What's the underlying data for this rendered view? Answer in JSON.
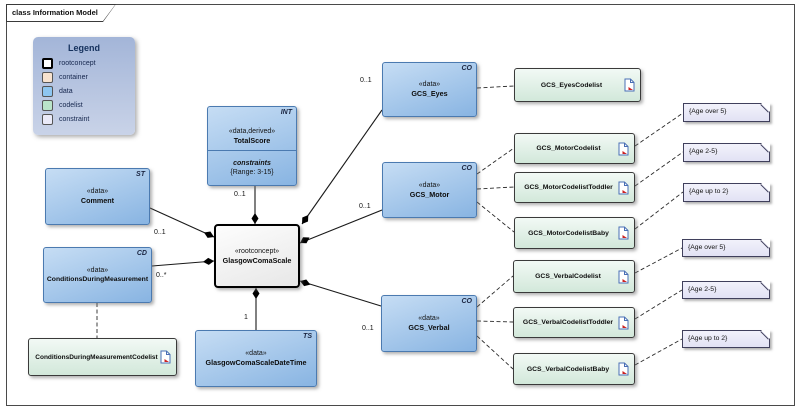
{
  "frame": {
    "title": "class Information Model"
  },
  "legend": {
    "title": "Legend",
    "items": [
      {
        "label": "rootconcept",
        "style": "background:#ffffff;border:2px solid #000000"
      },
      {
        "label": "container",
        "style": "background:#f7e2cf;border:1px solid #555555"
      },
      {
        "label": "data",
        "style": "background:#8ec6f0;border:1px solid #555555"
      },
      {
        "label": "codelist",
        "style": "background:#b9e4c9;border:1px solid #555555"
      },
      {
        "label": "constraint",
        "style": "background:#eaeaf8;border:1px solid #555555"
      }
    ]
  },
  "nodes": {
    "total_score": {
      "type_abbr": "INT",
      "stereotype": "«data,derived»",
      "name": "TotalScore",
      "constraints_header": "constraints",
      "constraints_value": "{Range: 3-15}",
      "multiplicity": "0..1"
    },
    "comment": {
      "type_abbr": "ST",
      "stereotype": "«data»",
      "name": "Comment",
      "multiplicity": "0..1"
    },
    "conditions": {
      "type_abbr": "CD",
      "stereotype": "«data»",
      "name": "ConditionsDuringMeasurement",
      "multiplicity": "0..*"
    },
    "root": {
      "stereotype": "«rootconcept»",
      "name": "GlasgowComaScale"
    },
    "datetime": {
      "type_abbr": "TS",
      "stereotype": "«data»",
      "name": "GlasgowComaScaleDateTime",
      "multiplicity": "1"
    },
    "eyes": {
      "type_abbr": "CO",
      "stereotype": "«data»",
      "name": "GCS_Eyes",
      "multiplicity": "0..1"
    },
    "motor": {
      "type_abbr": "CO",
      "stereotype": "«data»",
      "name": "GCS_Motor",
      "multiplicity": "0..1"
    },
    "verbal": {
      "type_abbr": "CO",
      "stereotype": "«data»",
      "name": "GCS_Verbal",
      "multiplicity": "0..1"
    }
  },
  "codelists": {
    "conditions": {
      "name": "ConditionsDuringMeasurementCodelist"
    },
    "eyes": {
      "name": "GCS_EyesCodelist"
    },
    "motor": {
      "name": "GCS_MotorCodelist"
    },
    "motor_toddler": {
      "name": "GCS_MotorCodelistToddler"
    },
    "motor_baby": {
      "name": "GCS_MotorCodelistBaby"
    },
    "verbal": {
      "name": "GCS_VerbalCodelist"
    },
    "verbal_toddler": {
      "name": "GCS_VerbalCodelistToddler"
    },
    "verbal_baby": {
      "name": "GCS_VerbalCodelistBaby"
    }
  },
  "constraint_notes": {
    "motor_over5": "{Age over 5}",
    "motor_2_5": "{Age 2-5}",
    "motor_upto2": "{Age up to 2}",
    "verbal_over5": "{Age over 5}",
    "verbal_2_5": "{Age 2-5}",
    "verbal_upto2": "{Age up to 2}"
  },
  "colors": {
    "data_fill": "#9cc3ea",
    "data_border": "#4b7ab0",
    "codelist_fill": "#ddeee3",
    "constraint_fill": "#eaeaf8",
    "root_border": "#000000",
    "legend_fill": "#aebdda"
  }
}
